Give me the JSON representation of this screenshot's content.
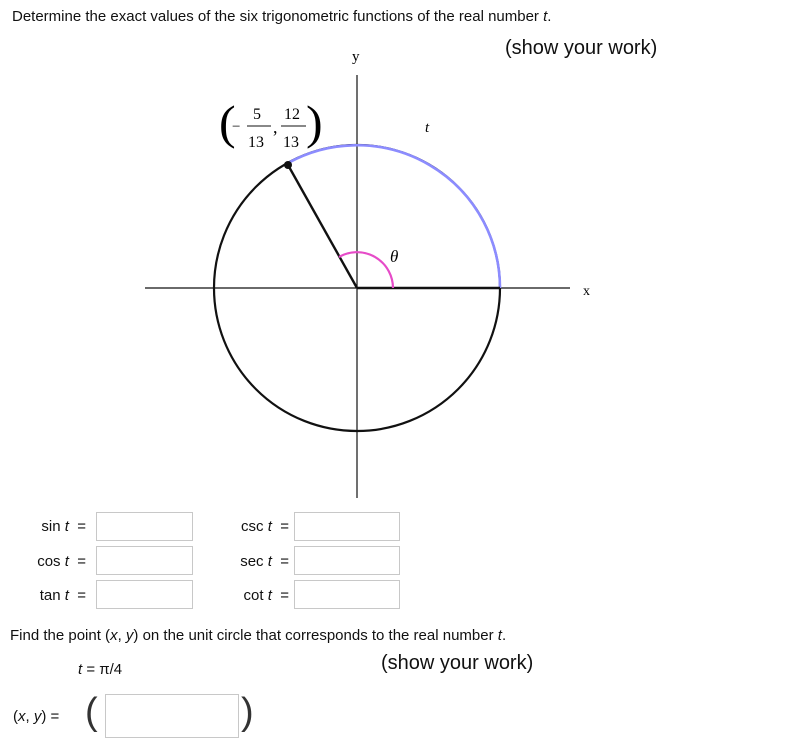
{
  "question1": {
    "prompt_prefix": "Determine the exact values of the six trigonometric functions of the real number ",
    "prompt_var": "t",
    "prompt_suffix": ".",
    "show_work": "(show your work)"
  },
  "diagram": {
    "axis_y_label": "y",
    "axis_x_label": "x",
    "arc_label": "t",
    "angle_label": "θ",
    "point": {
      "x_num": "5",
      "x_den": "13",
      "x_sign": "−",
      "y_num": "12",
      "y_den": "13",
      "comma": ","
    },
    "colors": {
      "circle": "#111111",
      "arc": "#8c8cff",
      "angle": "#e64bc8",
      "axes": "#111111"
    }
  },
  "fields": [
    {
      "func": "sin",
      "var": "t",
      "eq": "=",
      "value": ""
    },
    {
      "func": "cos",
      "var": "t",
      "eq": "=",
      "value": ""
    },
    {
      "func": "tan",
      "var": "t",
      "eq": "=",
      "value": ""
    },
    {
      "func": "csc",
      "var": "t",
      "eq": "=",
      "value": ""
    },
    {
      "func": "sec",
      "var": "t",
      "eq": "=",
      "value": ""
    },
    {
      "func": "cot",
      "var": "t",
      "eq": "=",
      "value": ""
    }
  ],
  "question2": {
    "prompt_prefix": "Find the point (",
    "x": "x",
    "sep": ", ",
    "y": "y",
    "prompt_mid": ") on the unit circle that corresponds to the real number ",
    "t": "t",
    "prompt_suffix": ".",
    "t_eq": "t",
    "t_value": " = π/4",
    "show_work": "(show your work)",
    "answer_label_open": "(",
    "answer_label_x": "x",
    "answer_label_sep": ", ",
    "answer_label_y": "y",
    "answer_label_close": ") =",
    "answer_value": "",
    "paren_open": "(",
    "paren_close": ")"
  }
}
